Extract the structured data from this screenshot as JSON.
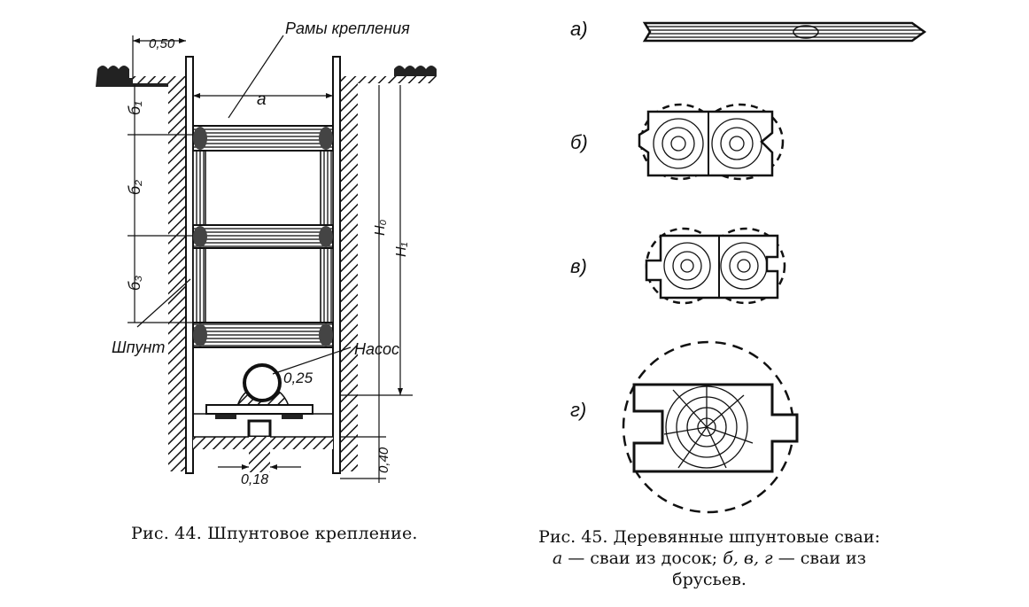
{
  "fig44": {
    "labels": {
      "frames": "Рамы крепления",
      "width_top": "0,50",
      "a": "а",
      "b1": "б₁",
      "b2": "б₂",
      "b3": "б₃",
      "h0": "H₀",
      "h1": "H₁",
      "sheet_pile": "Шпунт",
      "pump": "Насос",
      "pipe_d": "0,25",
      "depth_bottom": "0,40",
      "sump_w": "0,18"
    },
    "caption": "Рис. 44.  Шпунтовое крепление."
  },
  "fig45": {
    "labels": {
      "a": "а)",
      "b": "б)",
      "v": "в)",
      "g": "г)"
    },
    "caption_line1": "Рис. 45. Деревянные шпунтовые сваи:",
    "caption_line2_a": "а",
    "caption_line2_text1": " — сваи  из  досок; ",
    "caption_line2_bvg": "б, в, г",
    "caption_line2_text2": " — сваи из",
    "caption_line3": "брусьев."
  }
}
